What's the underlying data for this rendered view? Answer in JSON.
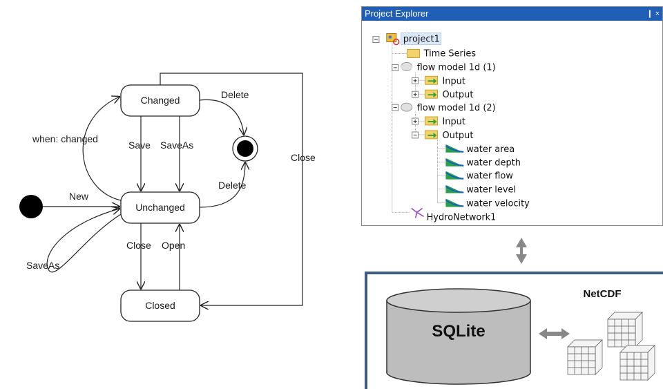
{
  "state_diagram": {
    "states": {
      "changed": "Changed",
      "unchanged": "Unchanged",
      "closed": "Closed"
    },
    "labels": {
      "delete_top": "Delete",
      "when_changed": "when: changed",
      "save": "Save",
      "saveas_mid": "SaveAs",
      "close_right": "Close",
      "delete_bottom": "Delete",
      "new": "New",
      "saveas_loop": "SaveAs",
      "close_down": "Close",
      "open_up": "Open"
    }
  },
  "explorer": {
    "title": "Project Explorer",
    "title_icons": "❙ ×",
    "items": [
      {
        "label": "project1"
      },
      {
        "label": "Time Series"
      },
      {
        "label": "flow model 1d (1)"
      },
      {
        "label": "Input"
      },
      {
        "label": "Output"
      },
      {
        "label": "flow model 1d (2)"
      },
      {
        "label": "Input"
      },
      {
        "label": "Output"
      },
      {
        "label": "water area"
      },
      {
        "label": "water depth"
      },
      {
        "label": "water flow"
      },
      {
        "label": "water level"
      },
      {
        "label": "water velocity"
      },
      {
        "label": "HydroNetwork1"
      }
    ]
  },
  "storage": {
    "sqlite": "SQLite",
    "netcdf": "NetCDF"
  },
  "colors": {
    "explorer_title_bg": "#1f5fb5",
    "db_border": "#3d5a80",
    "cylinder_fill": "#bdbdbd"
  }
}
